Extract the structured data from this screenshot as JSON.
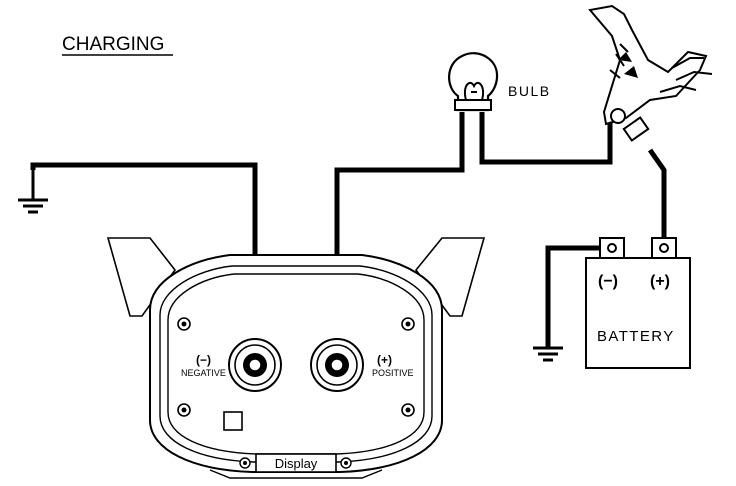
{
  "title": "CHARGING",
  "bulb_label": "BULB",
  "battery": {
    "label": "BATTERY",
    "neg_symbol": "(−)",
    "pos_symbol": "(+)"
  },
  "device": {
    "negative_symbol": "(−)",
    "negative_label": "NEGATIVE",
    "positive_symbol": "(+)",
    "positive_label": "POSITIVE",
    "display_label": "Display"
  },
  "icons": [
    "ground-icon",
    "bulb-icon",
    "hand-clip-icon",
    "battery-icon"
  ]
}
